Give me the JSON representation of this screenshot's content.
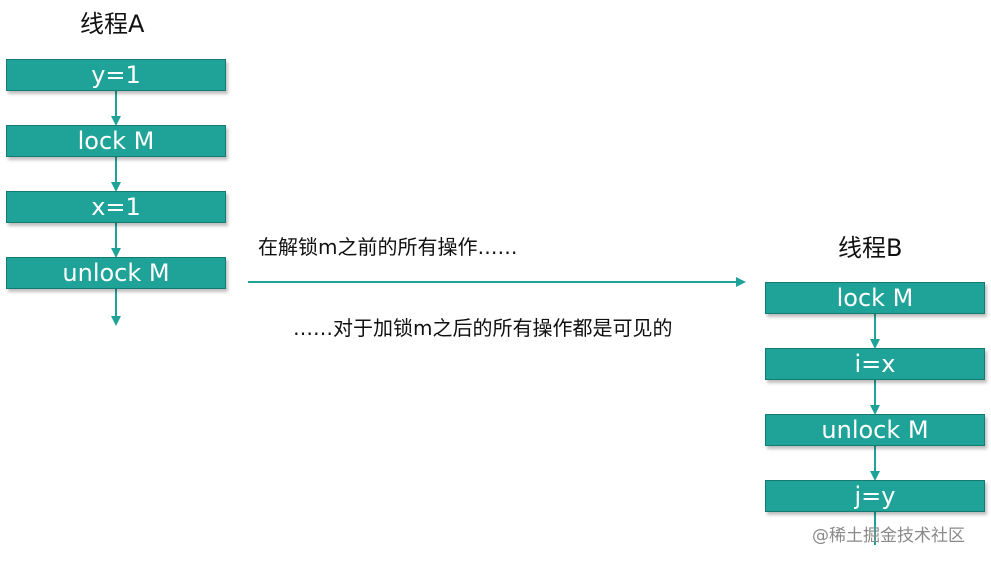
{
  "thread_a": {
    "title": "线程A",
    "steps": [
      "y=1",
      "lock M",
      "x=1",
      "unlock M"
    ]
  },
  "thread_b": {
    "title": "线程B",
    "steps": [
      "lock M",
      "i=x",
      "unlock M",
      "j=y"
    ]
  },
  "captions": {
    "before_unlock": "在解锁m之前的所有操作……",
    "after_lock": "……对于加锁m之后的所有操作都是可见的"
  },
  "watermark": "@稀土掘金技术社区",
  "colors": {
    "box_fill": "#1fa398",
    "box_border": "#157a72",
    "arrow": "#1fa398",
    "text": "#111111"
  }
}
